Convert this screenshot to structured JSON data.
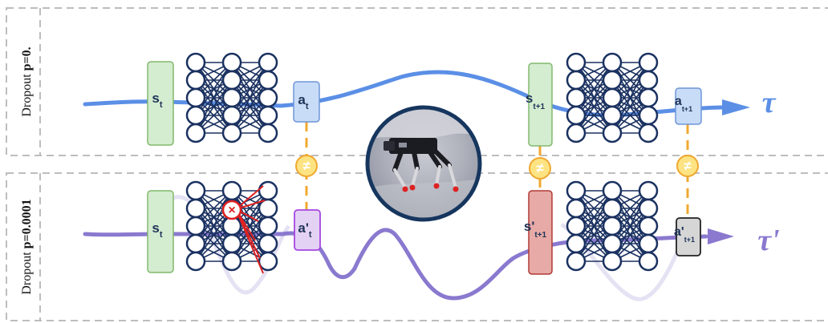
{
  "panels": {
    "top": {
      "label_prefix": "Dropout ",
      "label_value": "p=0."
    },
    "bottom": {
      "label_prefix": "Dropout ",
      "label_value": "p=0.0001"
    }
  },
  "top_row": {
    "state": {
      "main": "s",
      "sub": "t"
    },
    "action": {
      "main": "a",
      "sub": "t"
    },
    "next_state": {
      "main": "s",
      "sub": "t+1"
    },
    "next_action": {
      "main": "a",
      "sub": "t+1"
    },
    "trajectory": "τ"
  },
  "bottom_row": {
    "state": {
      "main": "s",
      "sub": "t"
    },
    "action": {
      "main": "a'",
      "sub": "t"
    },
    "next_state": {
      "main": "s'",
      "sub": "t+1"
    },
    "next_action": {
      "main": "a'",
      "sub": "t+1"
    },
    "trajectory": "τ'",
    "dropout_mark": "×"
  },
  "comparisons": {
    "symbol": "≠"
  },
  "colors": {
    "state_fill": "#d4ecd0",
    "state_stroke": "#82b96d",
    "action_fill": "#c8dcf7",
    "action_stroke": "#6f95d8",
    "perturbed_action_fill": "#e4d2f5",
    "perturbed_action_stroke": "#a646e0",
    "perturbed_state_fill": "#e7aaa6",
    "perturbed_state_stroke": "#b03a36",
    "next_action_bottom_fill": "#d6d6d6",
    "network": "#1a3160",
    "top_curve": "#5b8fe6",
    "bottom_curve": "#8a79cf",
    "neq_fill": "#fde382",
    "neq_stroke": "#f0a830",
    "dropout_mark": "#e02020",
    "panel_border": "#bdbdbd"
  },
  "icons": {
    "robot": "quadruped-robot-icon"
  }
}
